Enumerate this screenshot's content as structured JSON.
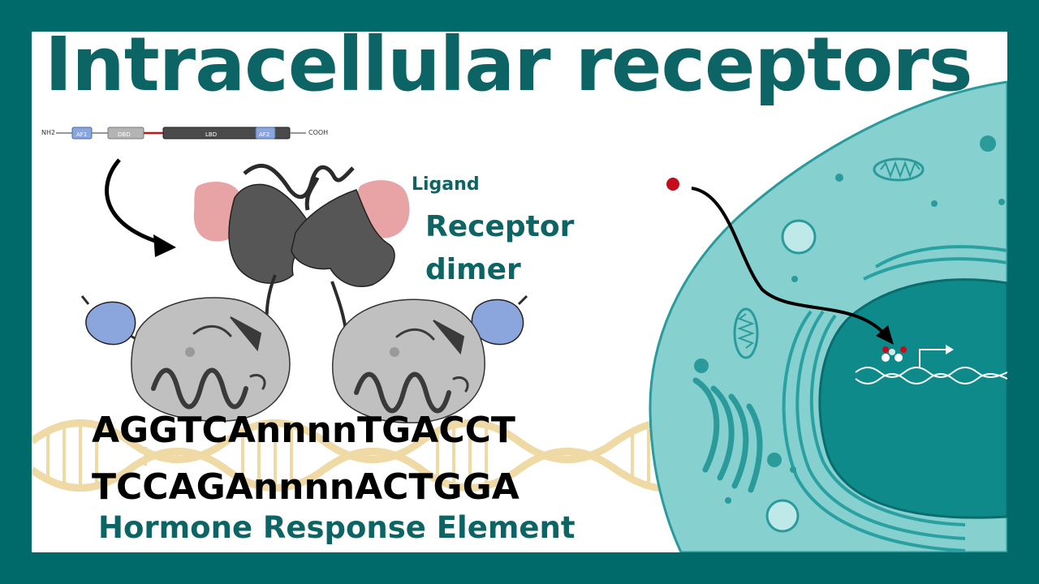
{
  "title": "Intracellular receptors",
  "domain_map": {
    "nterm": "NH2",
    "cterm": "COOH",
    "domains": [
      "AF1",
      "DBD",
      "LBD",
      "AF2"
    ]
  },
  "labels": {
    "ligand": "Ligand",
    "receptor_line1": "Receptor",
    "receptor_line2": "dimer",
    "hre": "Hormone Response Element"
  },
  "sequence": {
    "top": "AGGTCAnnnnTGACCT",
    "bottom": "TCCAGAnnnnACTGGA"
  },
  "colors": {
    "frame": "#006a6a",
    "title": "#0d6464",
    "ligand": "#e8a3a5",
    "af1": "#8aa6dc",
    "receptor": "#565656",
    "dna_background": "#efd9a4",
    "cell": "#86d0d0",
    "nucleus": "#0f8a8a",
    "hormone": "#c40c1c"
  }
}
